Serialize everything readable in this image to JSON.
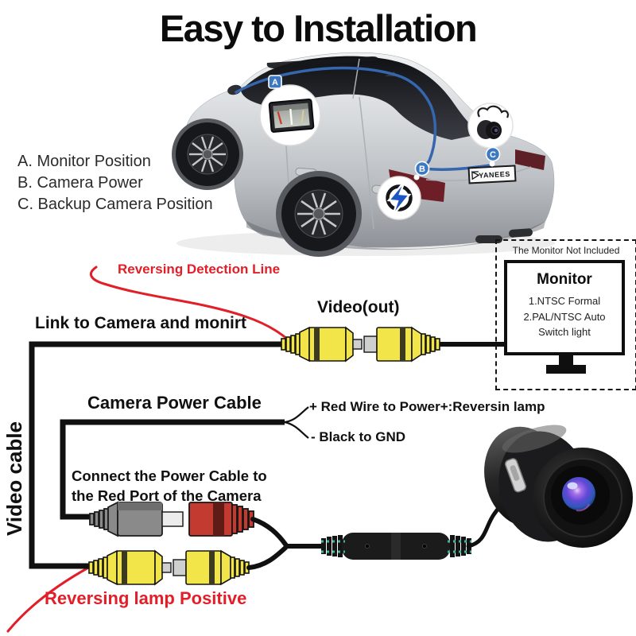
{
  "title": "Easy to Installation",
  "legend": {
    "a": "A. Monitor Position",
    "b": "B. Camera Power",
    "c": "C. Backup Camera Position"
  },
  "car": {
    "badge_a": "A",
    "badge_b": "B",
    "badge_c": "C",
    "license_plate": "YANEES"
  },
  "wiring": {
    "reversing_detection_line": "Reversing Detection Line",
    "link_label": "Link to Camera and monirt",
    "video_out_label": "Video(out)",
    "camera_power_label": "Camera Power Cable",
    "red_wire_label": "+ Red Wire to Power+:Reversin lamp",
    "black_gnd_label": "- Black to GND",
    "connect_line1": "Connect the Power Cable to",
    "connect_line2": "the Red Port of the Camera",
    "reversing_lamp_label": "Reversing lamp Positive",
    "video_cable_label": "Video cable"
  },
  "monitor_box": {
    "note": "The Monitor Not Included",
    "title": "Monitor",
    "spec1": "1.NTSC Formal",
    "spec2": "2.PAL/NTSC Auto",
    "spec3": "Switch light"
  },
  "colors": {
    "accent-red": "#E21E28",
    "wire-black": "#101010",
    "rca-yellow": "#F1E54A",
    "connector-red": "#C23A30",
    "connector-gray": "#8A8A8A",
    "route-blue": "#3566AE",
    "badge-blue": "#3C79C2",
    "teal-mark": "#45B39B",
    "text-black": "#101010"
  }
}
